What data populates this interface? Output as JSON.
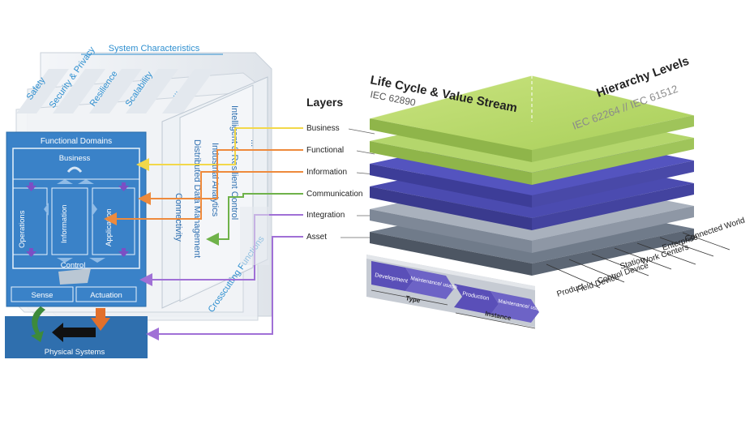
{
  "system_characteristics": {
    "title": "System Characteristics",
    "items": [
      "Safety",
      "Security & Privacy",
      "Resilience",
      "Scalability",
      "..."
    ]
  },
  "crosscutting": {
    "label": "Crosscutting Functions",
    "items": [
      "Connectivity",
      "Distributed Data Management",
      "Industrial Analytics",
      "Intelligent & Resilient Control",
      "..."
    ]
  },
  "functional_domains": {
    "title": "Functional Domains",
    "business": "Business",
    "operations": "Operations",
    "information": "Information",
    "application": "Application",
    "control": "Control",
    "sense": "Sense",
    "actuation": "Actuation"
  },
  "physical_systems": "Physical Systems",
  "layers": {
    "title": "Layers",
    "items": [
      "Business",
      "Functional",
      "Information",
      "Communication",
      "Integration",
      "Asset"
    ]
  },
  "life_cycle": {
    "title": "Life Cycle & Value Stream",
    "standard": "IEC 62890",
    "type_label": "Type",
    "instance_label": "Instance",
    "steps": [
      "Development",
      "Maintenance/ usage",
      "Production",
      "Maintenance/ usage"
    ]
  },
  "hierarchy": {
    "title": "Hierarchy Levels",
    "standard": "IEC 62264 // IEC 61512",
    "levels": [
      "Connected World",
      "Enterprise",
      "Work Centers",
      "Station",
      "Control Device",
      "Field Device",
      "Product"
    ]
  },
  "colors": {
    "business_arrow": "#f2d84a",
    "functional_arrow": "#ee8a3c",
    "communication_arrow": "#6fb24a",
    "integration_arrow": "#a070d6",
    "green_layer": "#b6d86a",
    "blue_layer": "#4a4aa8",
    "grey_layer": "#9aa3b0",
    "domain_panel": "#3a82c8"
  }
}
